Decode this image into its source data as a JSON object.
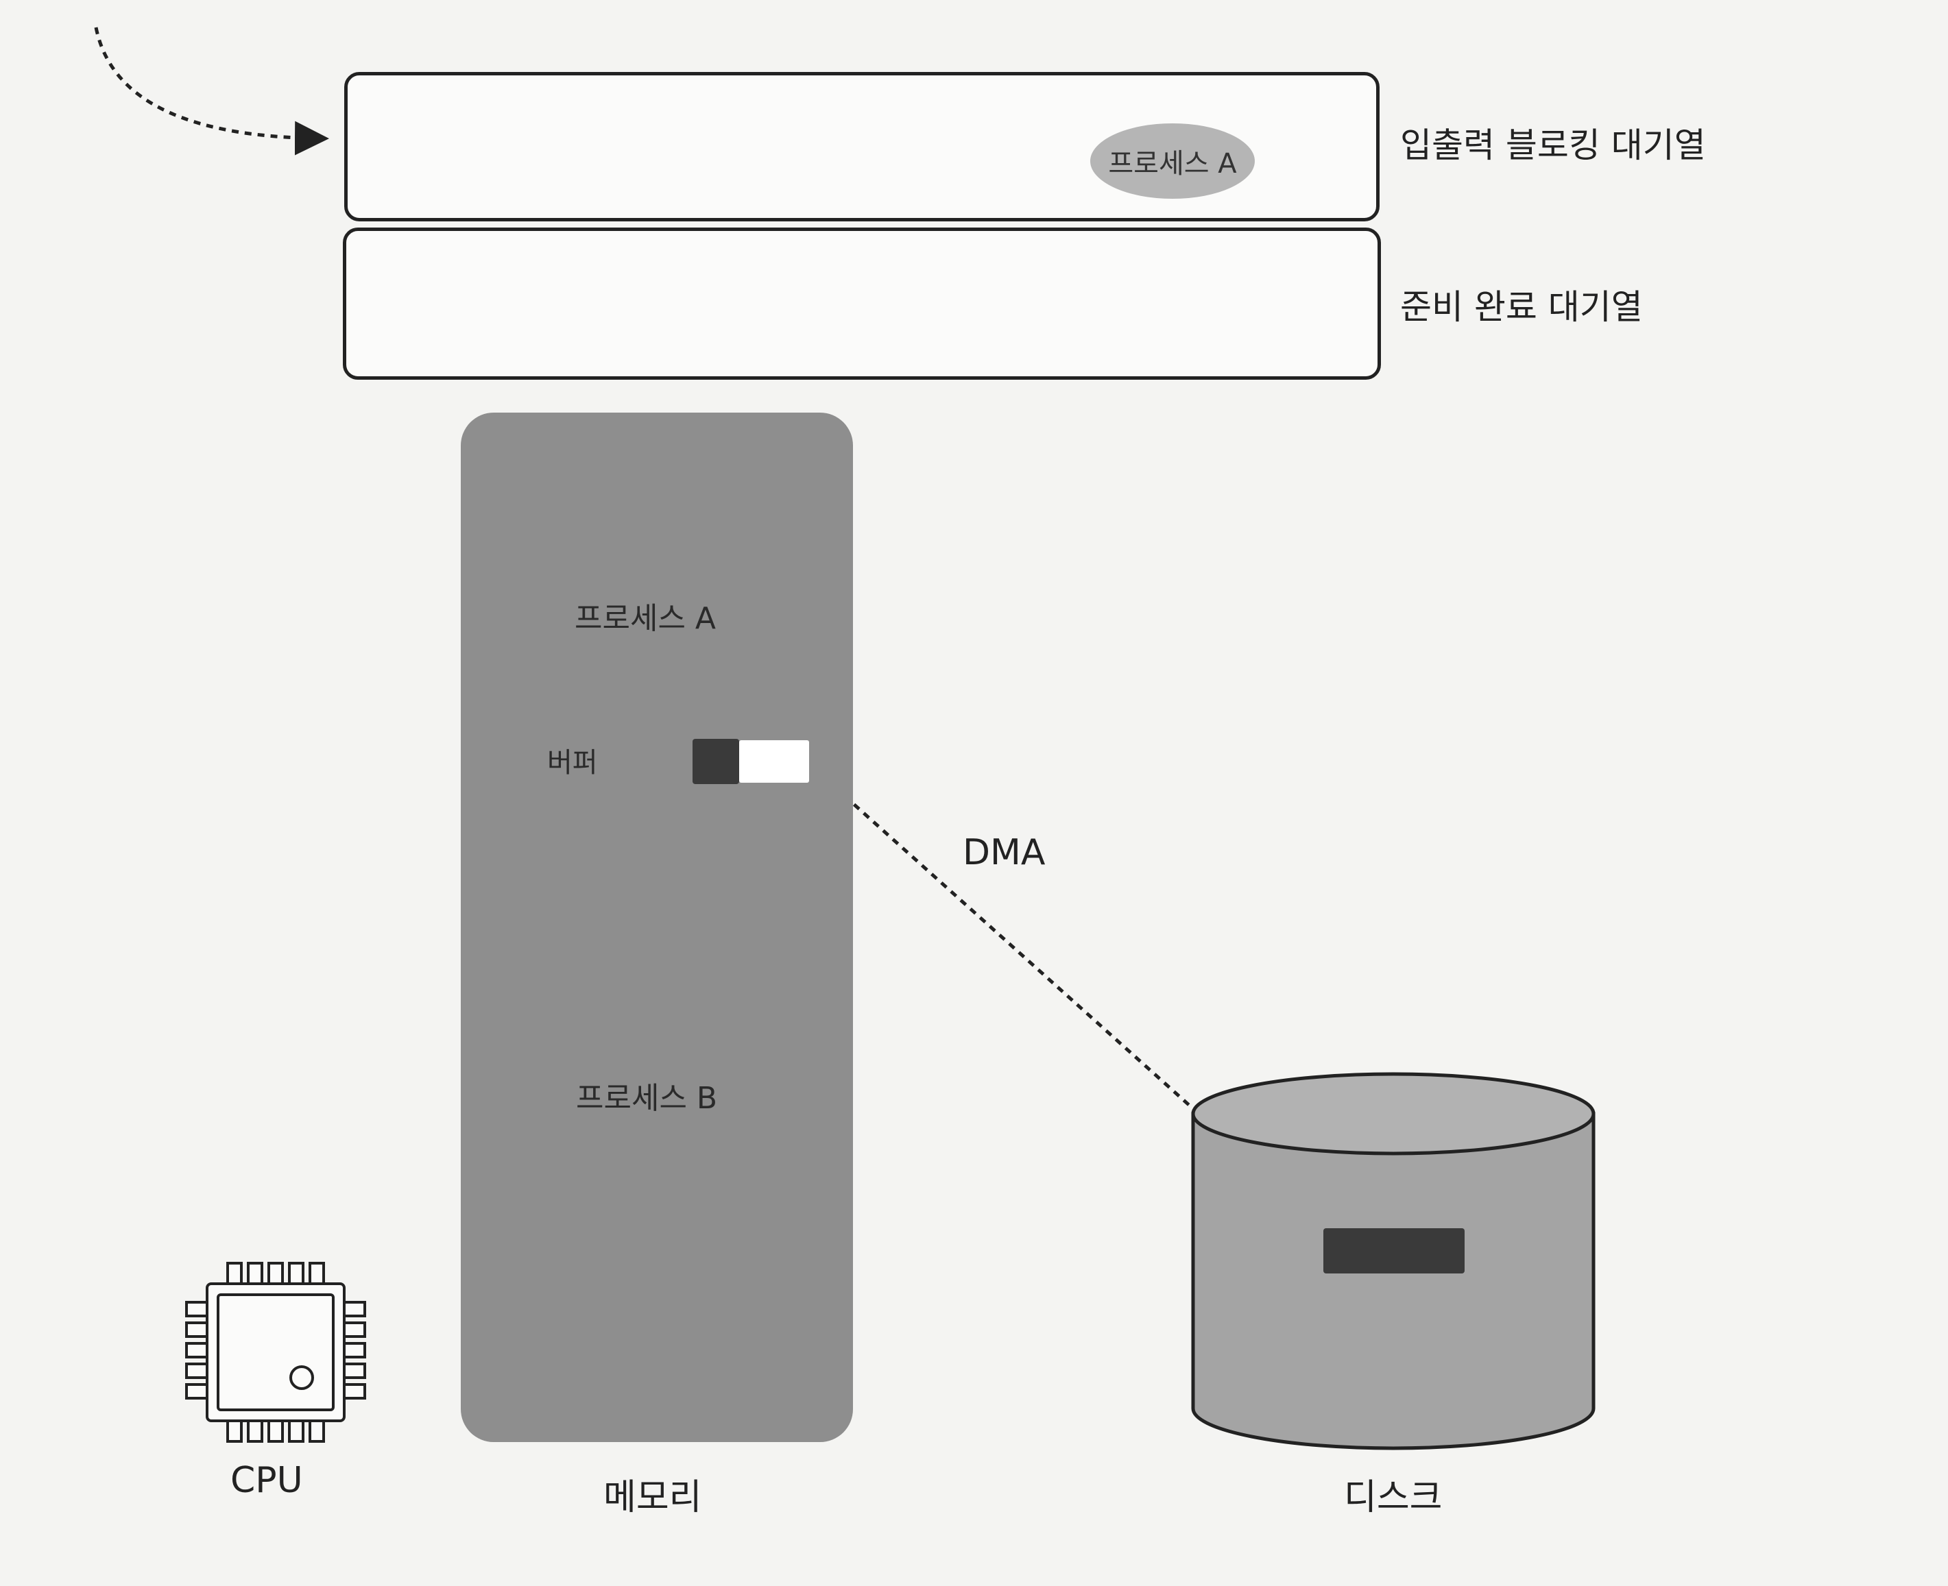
{
  "queues": {
    "io_blocking": {
      "label": "입출력 블로킹 대기열",
      "item": "프로세스 A"
    },
    "ready": {
      "label": "준비 완료 대기열"
    }
  },
  "memory": {
    "label": "메모리",
    "process_a": "프로세스 A",
    "buffer": "버퍼",
    "process_b": "프로세스 B"
  },
  "dma_label": "DMA",
  "cpu_label": "CPU",
  "disk_label": "디스크"
}
